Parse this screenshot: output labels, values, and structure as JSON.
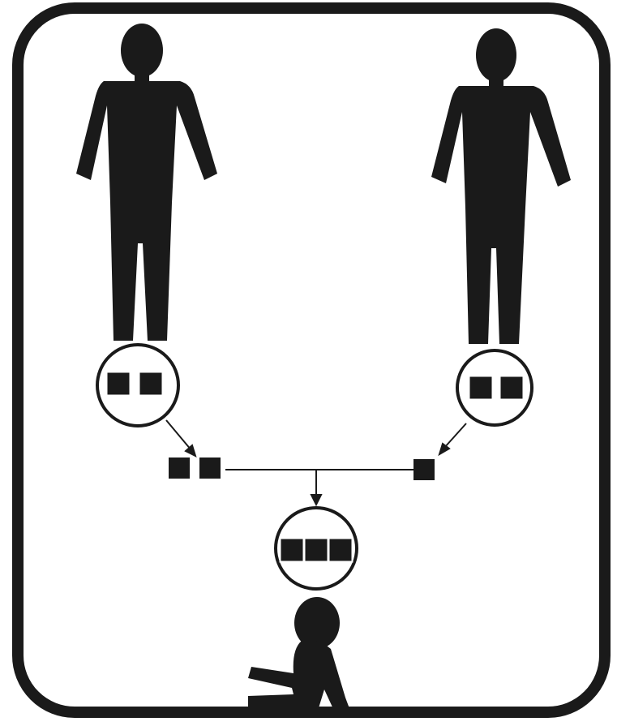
{
  "figures": {
    "parent_left": {
      "kind": "adult",
      "icon": "adult-figure-icon"
    },
    "parent_right": {
      "kind": "adult",
      "icon": "adult-figure-icon"
    },
    "child": {
      "kind": "child",
      "icon": "seated-child-icon"
    }
  },
  "cells": {
    "left_parent_chromosomes": 2,
    "right_parent_chromosomes": 2,
    "left_gamete_chromosomes": 2,
    "right_gamete_chromosomes": 1,
    "child_chromosomes": 3
  },
  "colors": {
    "ink": "#1a1a1a",
    "paper": "#ffffff"
  }
}
